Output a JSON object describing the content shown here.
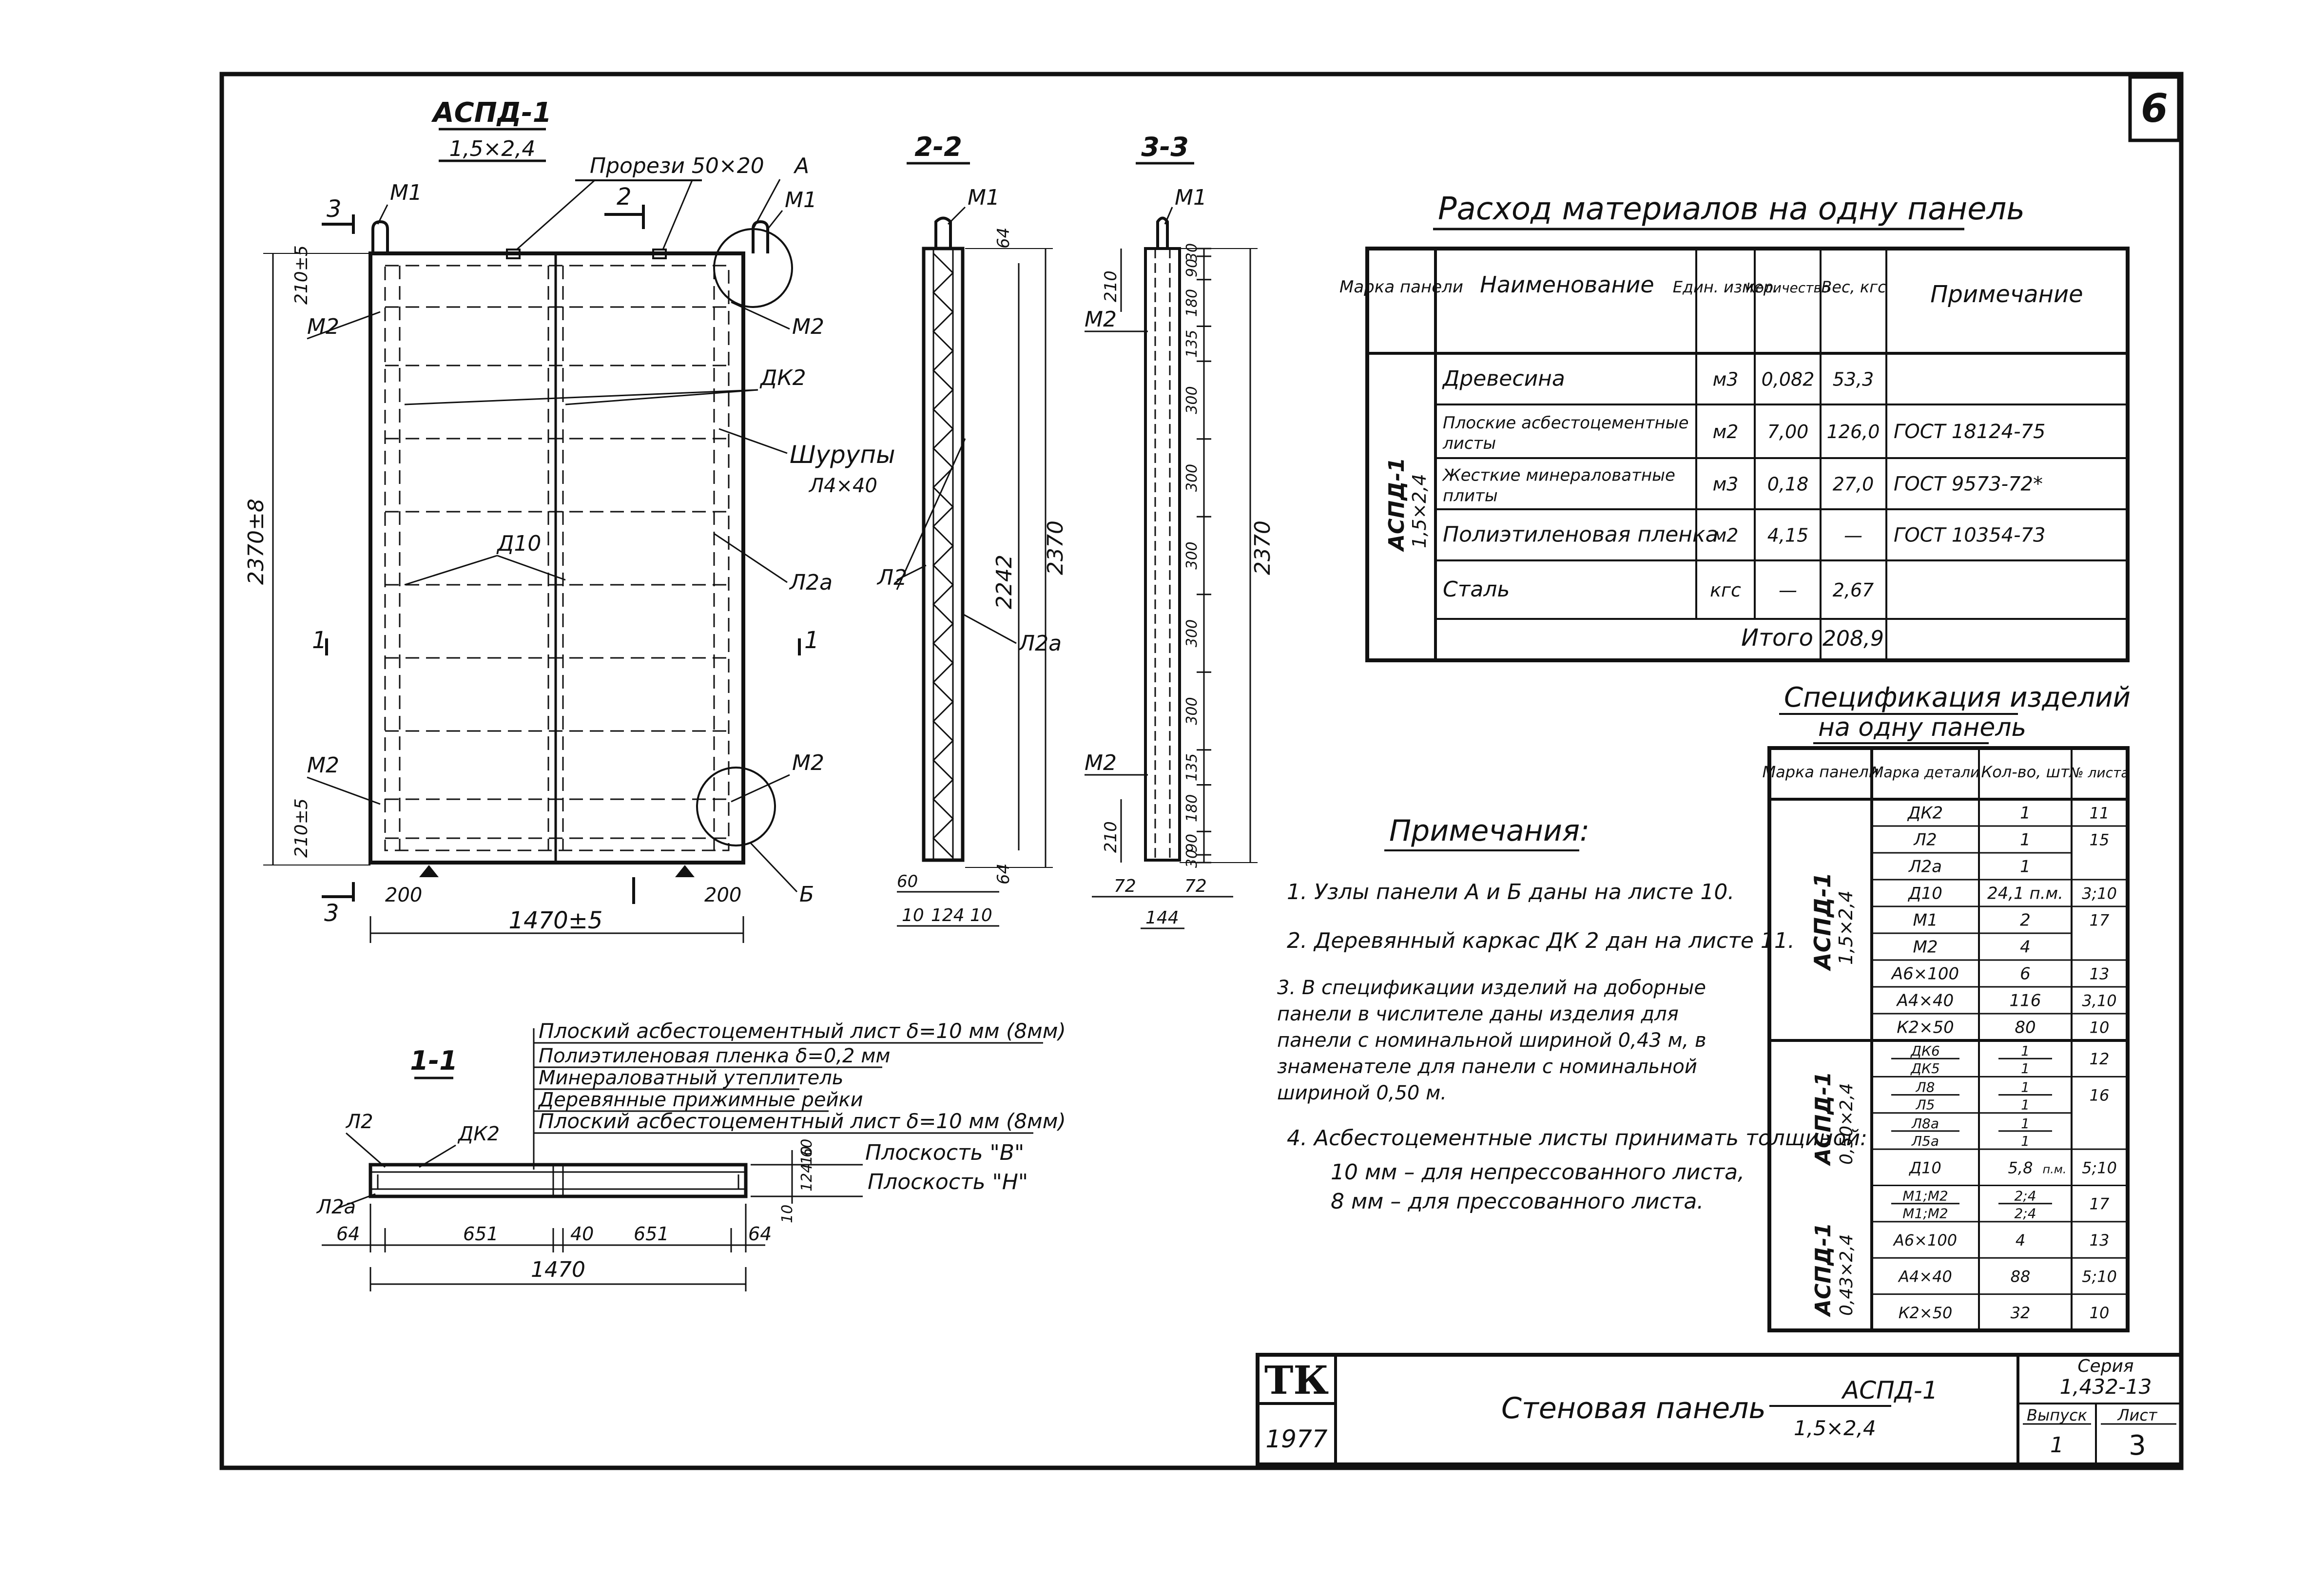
{
  "sheet_number": "6",
  "main_view": {
    "title": "АСПД-1",
    "subtitle": "1,5×2,4",
    "label_slots": "Прорези 50×20",
    "label_a": "А",
    "label_m1": "М1",
    "label_m2": "М2",
    "label_dk2": "ДК2",
    "label_screws_1": "Шурупы",
    "label_screws_2": "Л4×40",
    "label_d10": "Д10",
    "label_l2a": "Л2а",
    "label_b": "Б",
    "cut3_label": "3",
    "cut2_label": "2",
    "cut1_label": "1",
    "dim_height": "2370±8",
    "dim_top_offset": "210±5",
    "dim_bottom_offset": "210±5",
    "dim_200_left": "200",
    "dim_200_right": "200",
    "dim_width": "1470±5"
  },
  "section_2": {
    "title": "2-2",
    "label_m1": "М1",
    "label_l2": "Л2",
    "label_l2a": "Л2а",
    "dim_2242": "2242",
    "dim_2370": "2370",
    "dim_64_top": "64",
    "dim_64_bottom": "64",
    "dim_bottom_1": "10",
    "dim_bottom_2": "124",
    "dim_bottom_3": "10",
    "dim_60": "60"
  },
  "section_3": {
    "title": "3-3",
    "label_m1": "М1",
    "label_m2_top": "М2",
    "label_m2_bottom": "М2",
    "dim_2370": "2370",
    "dim_210_top": "210",
    "dim_210_bottom": "210",
    "segments": [
      "30",
      "90",
      "180",
      "135",
      "300",
      "300",
      "300",
      "300",
      "300",
      "135",
      "180",
      "90",
      "30"
    ],
    "dim_72_left": "72",
    "dim_72_right": "72",
    "dim_144": "144"
  },
  "section_1": {
    "title": "1-1",
    "layers": [
      "Плоский асбестоцементный лист δ=10 мм (8мм)",
      "Полиэтиленовая пленка δ=0,2 мм",
      "Минераловатный утеплитель",
      "Деревянные прижимные рейки",
      "Плоский асбестоцементный лист δ=10 мм (8мм)"
    ],
    "plane_v": "Плоскость \"В\"",
    "plane_n": "Плоскость \"Н\"",
    "label_l2": "Л2",
    "label_dk2": "ДК2",
    "label_l2a": "Л2а",
    "dims_bottom": [
      "64",
      "651",
      "40",
      "651",
      "64"
    ],
    "dim_total": "1470",
    "dims_side": [
      "60",
      "10",
      "124",
      "10"
    ]
  },
  "materials": {
    "title": "Расход материалов на одну панель",
    "headers": [
      "Марка панели",
      "Наименование",
      "Един. измер.",
      "Количество",
      "Вес, кгс",
      "Примечание"
    ],
    "panel_mark": "АСПД-1",
    "panel_size": "1,5×2,4",
    "rows": [
      {
        "name": "Древесина",
        "unit": "м3",
        "qty": "0,082",
        "weight": "53,3",
        "note": ""
      },
      {
        "name": "Плоские асбестоцементные листы",
        "unit": "м2",
        "qty": "7,00",
        "weight": "126,0",
        "note": "ГОСТ 18124-75"
      },
      {
        "name": "Жесткие минераловатные плиты",
        "unit": "м3",
        "qty": "0,18",
        "weight": "27,0",
        "note": "ГОСТ 9573-72*"
      },
      {
        "name": "Полиэтиленовая пленка",
        "unit": "м2",
        "qty": "4,15",
        "weight": "—",
        "note": "ГОСТ 10354-73"
      },
      {
        "name": "Сталь",
        "unit": "кгс",
        "qty": "—",
        "weight": "2,67",
        "note": ""
      }
    ],
    "total_label": "Итого",
    "total_value": "208,9"
  },
  "spec": {
    "title_line1": "Спецификация изделий",
    "title_line2": "на одну панель",
    "headers": [
      "Марка панели",
      "Марка детали",
      "Кол-во, шт",
      "№ листа"
    ],
    "group1_mark": "АСПД-1",
    "group1_size": "1,5×2,4",
    "group1_rows": [
      {
        "part": "ДК2",
        "qty": "1",
        "sheet": "11"
      },
      {
        "part": "Л2",
        "qty": "1",
        "sheet": "15"
      },
      {
        "part": "Л2а",
        "qty": "1",
        "sheet": ""
      },
      {
        "part": "Д10",
        "qty": "24,1 п.м.",
        "sheet": "3;10"
      },
      {
        "part": "М1",
        "qty": "2",
        "sheet": "17"
      },
      {
        "part": "М2",
        "qty": "4",
        "sheet": ""
      },
      {
        "part": "А6×100",
        "qty": "6",
        "sheet": "13"
      },
      {
        "part": "А4×40",
        "qty": "116",
        "sheet": "3,10"
      },
      {
        "part": "К2×50",
        "qty": "80",
        "sheet": "10"
      }
    ],
    "group2_mark_a": "АСПД-1",
    "group2_size_a": "0,50×2,4",
    "group2_mark_b": "АСПД-1",
    "group2_size_b": "0,43×2,4",
    "group2_rows": [
      {
        "part_top": "ДК6",
        "part_bottom": "ДК5",
        "qty_top": "1",
        "qty_bottom": "1",
        "sheet": "12"
      },
      {
        "part_top": "Л8",
        "part_bottom": "Л5",
        "qty_top": "1",
        "qty_bottom": "1",
        "sheet": "16"
      },
      {
        "part_top": "Л8а",
        "part_bottom": "Л5а",
        "qty_top": "1",
        "qty_bottom": "1",
        "sheet": ""
      },
      {
        "part_top": "Д10",
        "part_bottom": "",
        "qty_top": "5,8",
        "qty_bottom": "",
        "sheet": "5;10"
      },
      {
        "part_top": "М1;М2",
        "part_bottom": "М1;М2",
        "qty_top": "2;4",
        "qty_bottom": "2;4",
        "sheet": "17"
      },
      {
        "part_top": "А6×100",
        "part_bottom": "",
        "qty_top": "4",
        "qty_bottom": "",
        "sheet": "13"
      },
      {
        "part_top": "А4×40",
        "part_bottom": "",
        "qty_top": "88",
        "qty_bottom": "",
        "sheet": "5;10"
      },
      {
        "part_top": "К2×50",
        "part_bottom": "",
        "qty_top": "32",
        "qty_bottom": "",
        "sheet": "10"
      }
    ],
    "d10_unit": "п.м."
  },
  "notes": {
    "title": "Примечания:",
    "items": [
      "1. Узлы панели А и Б даны на листе 10.",
      "2. Деревянный каркас ДК 2 дан на листе 11.",
      "3. В спецификации изделий на доборные панели в числителе даны изделия для панели с номинальной шириной 0,43 м, в знаменателе для панели с номинальной шириной 0,50 м.",
      "4. Асбестоцементные листы принимать толщиной:",
      "10 мм – для непрессованного листа,",
      "8 мм – для прессованного листа."
    ]
  },
  "title_block": {
    "org": "ТК",
    "year": "1977",
    "name": "Стеновая панель",
    "mark": "АСПД-1",
    "size": "1,5×2,4",
    "series_label": "Серия",
    "series_value": "1,432-13",
    "issue_label": "Выпуск",
    "issue_value": "1",
    "sheet_label": "Лист",
    "sheet_value": "3"
  }
}
